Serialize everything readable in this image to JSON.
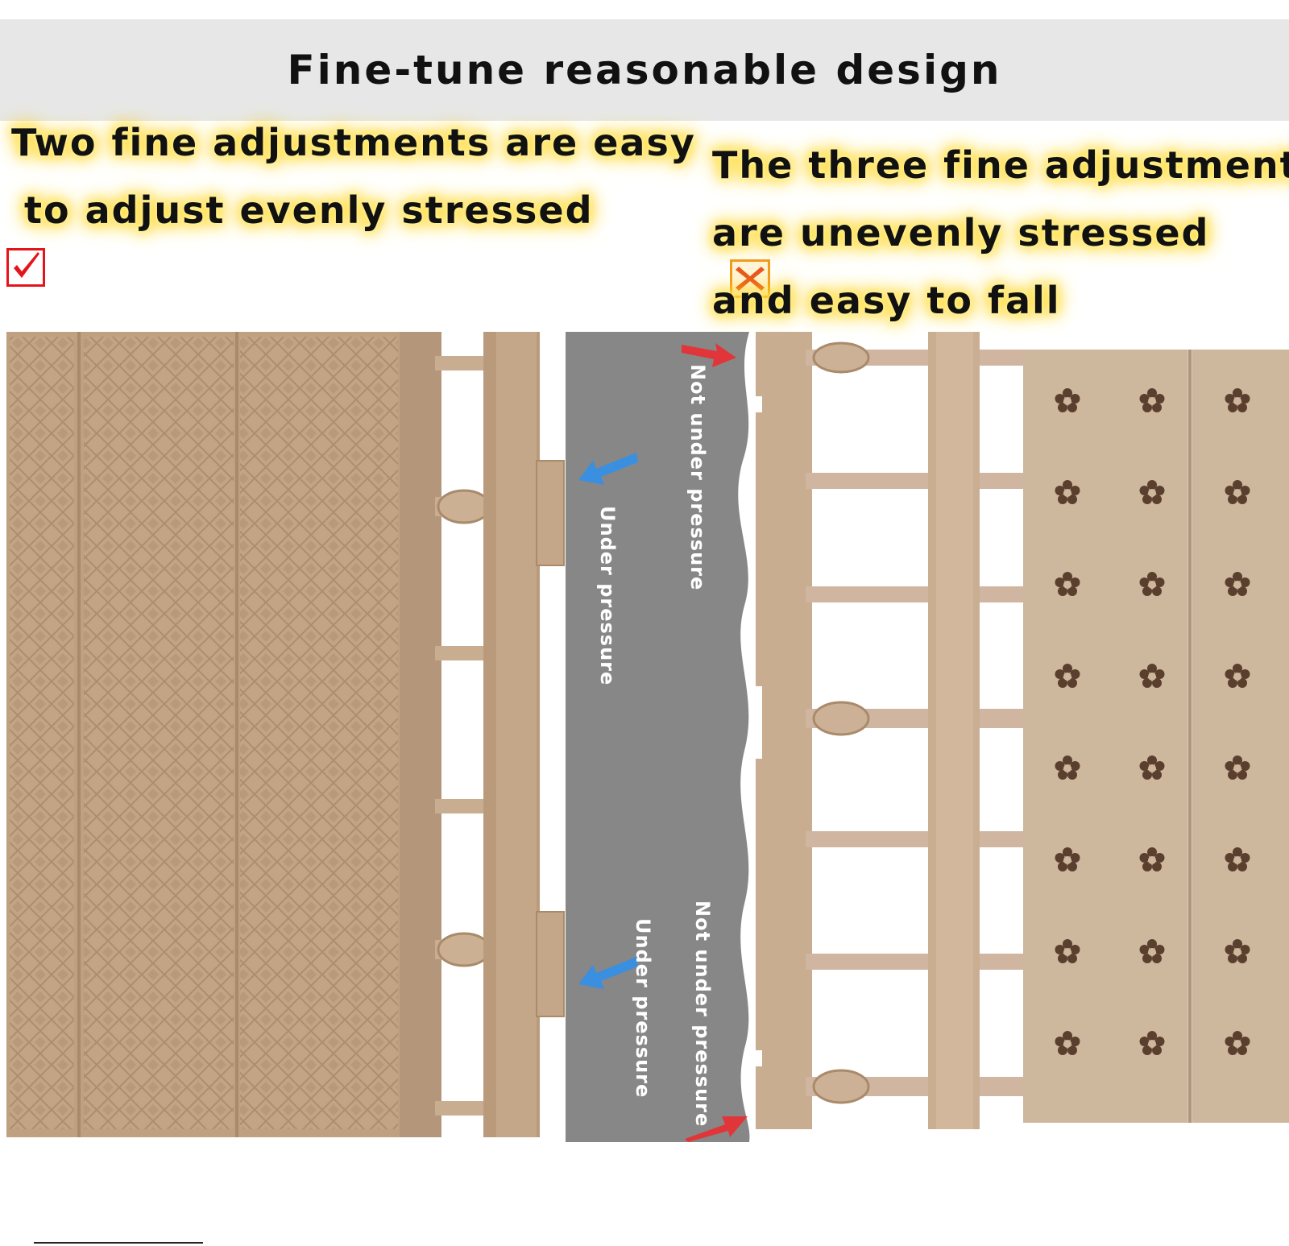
{
  "title": "Fine-tune reasonable design",
  "left": {
    "caption_line1": "Two fine adjustments are easy",
    "caption_line2": "to adjust evenly stressed",
    "icon": "check-icon"
  },
  "right": {
    "caption_line1": "The three fine adjustments",
    "caption_line2": "are unevenly stressed",
    "caption_line3": "and easy to fall",
    "icon": "cross-icon"
  },
  "labels": {
    "not_under_pressure_top": "Not under pressure",
    "under_pressure_upper": "Under pressure",
    "under_pressure_lower": "Under pressure",
    "not_under_pressure_bottom": "Not under pressure"
  },
  "colors": {
    "shelf": "#bfa182",
    "shelf_dark": "#a98a6b",
    "wall": "#888888",
    "banner": "#e7e7e7",
    "highlight": "#ffd21a",
    "check": "#e4141a",
    "cross": "#f39a1c",
    "arrow_blue": "#3a8fe0",
    "arrow_red": "#e0363a"
  }
}
